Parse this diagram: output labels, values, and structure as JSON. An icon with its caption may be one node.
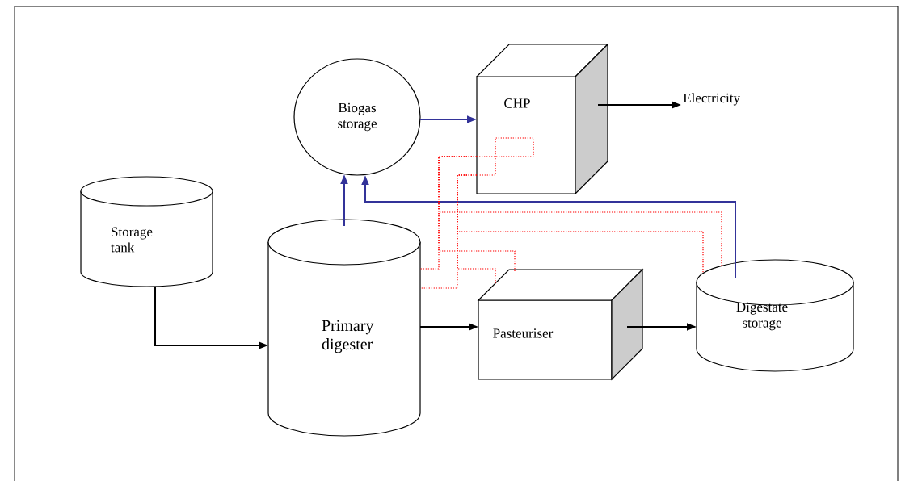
{
  "diagram": {
    "nodes": [
      {
        "text": [
          "Biogas storage"
        ]
      },
      {
        "text": [
          "CHP"
        ]
      },
      {
        "text": [
          "Electricity"
        ]
      },
      {
        "text": [
          "Storage tank"
        ]
      },
      {
        "text": [
          "Primary digester"
        ]
      },
      {
        "text": [
          "Pasteuriser"
        ]
      },
      {
        "text": [
          "Digestate storage"
        ]
      }
    ],
    "edges": [
      {
        "from": 3,
        "to": 4,
        "arrow": "to",
        "color": "#000000"
      },
      {
        "from": 4,
        "to": 0,
        "arrow": "to",
        "color": "#333399"
      },
      {
        "from": 6,
        "to": 0,
        "arrow": "to",
        "color": "#333399"
      },
      {
        "from": 0,
        "to": 1,
        "arrow": "to",
        "color": "#333399"
      },
      {
        "from": 1,
        "to": 2,
        "arrow": "to",
        "color": "#000000"
      },
      {
        "from": 4,
        "to": 5,
        "arrow": "to",
        "color": "#000000"
      },
      {
        "from": 5,
        "to": 6,
        "arrow": "to",
        "color": "#000000"
      },
      {
        "from": 1,
        "to": 4,
        "arrow": "none",
        "style": "dashed",
        "color": "#ff0000"
      },
      {
        "from": 1,
        "to": 4,
        "arrow": "none",
        "style": "dashed",
        "color": "#ff0000"
      },
      {
        "from": 1,
        "to": 6,
        "arrow": "none",
        "style": "dashed",
        "color": "#ff0000"
      },
      {
        "from": 1,
        "to": 6,
        "arrow": "none",
        "style": "dashed",
        "color": "#ff0000"
      },
      {
        "from": 1,
        "to": 5,
        "arrow": "none",
        "style": "dashed",
        "color": "#ff0000"
      },
      {
        "from": 1,
        "to": 5,
        "arrow": "none",
        "style": "dashed",
        "color": "#ff0000"
      }
    ]
  }
}
